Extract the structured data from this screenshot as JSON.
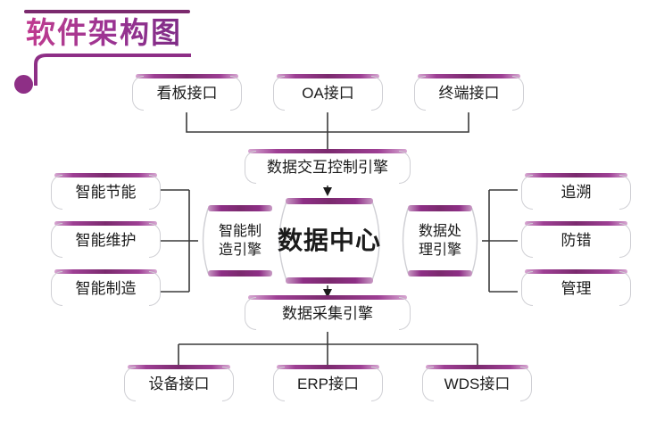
{
  "page": {
    "title": "软件架构图",
    "accent_dark": "#7b2a6e",
    "accent_mid": "#9a3392",
    "accent_light": "#c0398f",
    "line_color": "#3a3a3a",
    "background": "#ffffff"
  },
  "diagram": {
    "type": "software-architecture-block-diagram",
    "top_row": [
      {
        "label": "看板接口"
      },
      {
        "label": "OA接口"
      },
      {
        "label": "终端接口"
      }
    ],
    "control_engine": {
      "label": "数据交互控制引擎"
    },
    "core": {
      "left_engine": {
        "label": "智能制造引擎",
        "line1": "智能制",
        "line2": "造引擎"
      },
      "center": {
        "label": "数据中心"
      },
      "right_engine": {
        "label": "数据处理引擎",
        "line1": "数据处",
        "line2": "理引擎"
      }
    },
    "left_column": [
      {
        "label": "智能节能"
      },
      {
        "label": "智能维护"
      },
      {
        "label": "智能制造"
      }
    ],
    "right_column": [
      {
        "label": "追溯"
      },
      {
        "label": "防错"
      },
      {
        "label": "管理"
      }
    ],
    "collect_engine": {
      "label": "数据采集引擎"
    },
    "bottom_row": [
      {
        "label": "设备接口"
      },
      {
        "label": "ERP接口"
      },
      {
        "label": "WDS接口"
      }
    ]
  }
}
